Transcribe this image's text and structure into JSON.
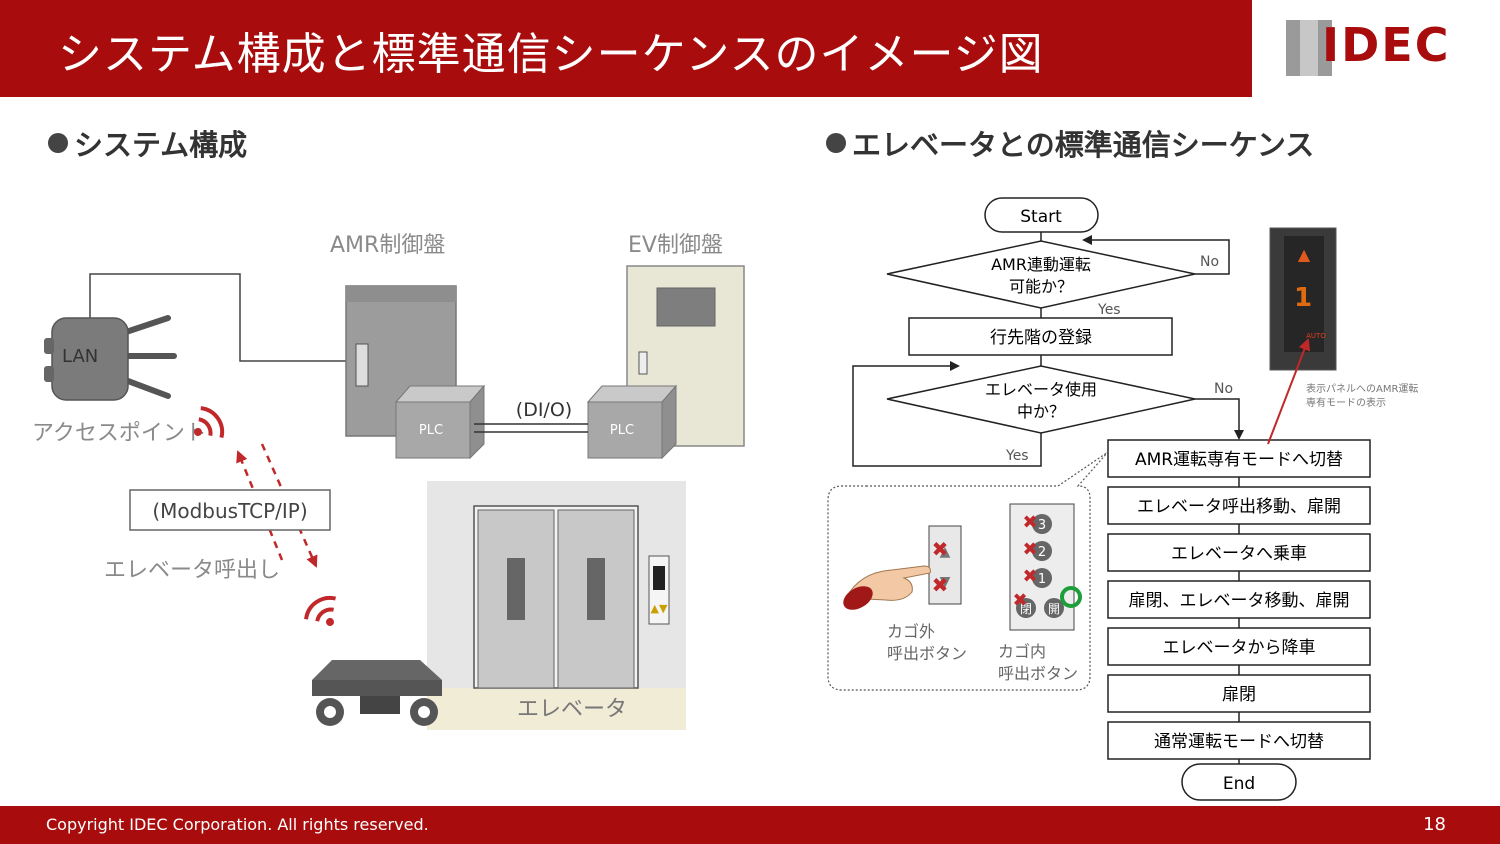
{
  "header": {
    "title": "システム構成と標準通信シーケンスのイメージ図",
    "logo": "IDEC"
  },
  "left": {
    "heading": "システム構成",
    "amr_panel": "AMR制御盤",
    "ev_panel": "EV制御盤",
    "plc_left": "PLC",
    "plc_right": "PLC",
    "dio": "(DI/O)",
    "lan": "LAN",
    "access_point": "アクセスポイント",
    "protocol": "(ModbusTCP/IP)",
    "call": "エレベータ呼出し",
    "elevator": "エレベータ"
  },
  "right": {
    "heading": "エレベータとの標準通信シーケンス",
    "flow": {
      "start": "Start",
      "d1_line1": "AMR連動運転",
      "d1_line2": "可能か？",
      "d1_no": "No",
      "d1_yes": "Yes",
      "p1": "行先階の登録",
      "d2_line1": "エレベータ使用",
      "d2_line2": "中か？",
      "d2_no": "No",
      "d2_yes": "Yes",
      "steps": [
        "AMR運転専有モードへ切替",
        "エレベータ呼出移動、扉開",
        "エレベータへ乗車",
        "扉閉、エレベータ移動、扉開",
        "エレベータから降車",
        "扉閉",
        "通常運転モードへ切替"
      ],
      "end": "End"
    },
    "panel_note_line1": "表示パネルへのAMR運転",
    "panel_note_line2": "専有モードの表示",
    "panel_floor": "1",
    "panel_auto": "AUTO",
    "car_outside_line1": "カゴ外",
    "car_outside_line2": "呼出ボタン",
    "car_inside_line1": "カゴ内",
    "car_inside_line2": "呼出ボタン",
    "btn_3": "3",
    "btn_2": "2",
    "btn_1": "1",
    "btn_close": "閉",
    "btn_open": "開"
  },
  "footer": {
    "copyright": "Copyright IDEC Corporation. All rights reserved.",
    "page": "18"
  },
  "colors": {
    "brand_red": "#a80c0c",
    "arrow_red": "#c0282a"
  }
}
